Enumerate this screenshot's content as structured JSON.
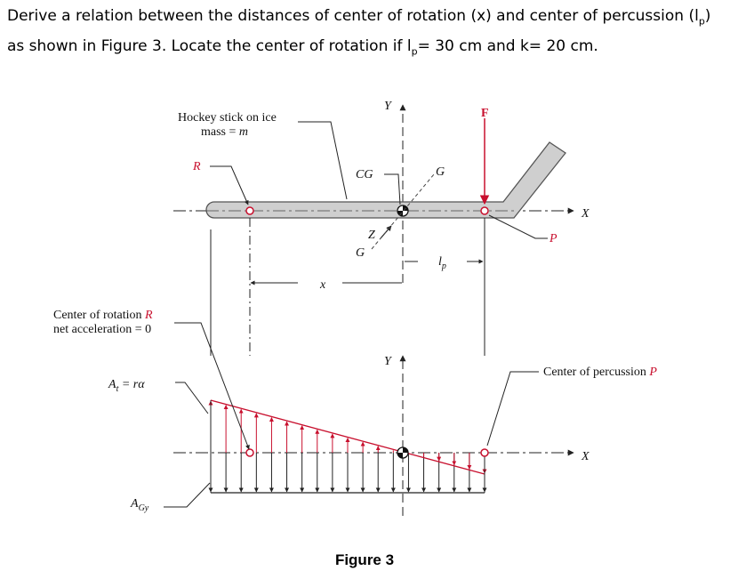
{
  "question": {
    "line1_pre": "Derive a relation between the distances of center of rotation (x) and center of percussion (l",
    "line1_sub": "p",
    "line1_post": ")",
    "line2_pre": "as shown in Figure 3. Locate the center of rotation if l",
    "line2_sub": "p",
    "line2_post": "= 30 cm and k= 20 cm."
  },
  "figure": {
    "caption": "Figure 3",
    "labels": {
      "hockey_stick_line1": "Hockey stick on ice",
      "hockey_stick_line2_pre": "mass = ",
      "hockey_stick_line2_var": "m",
      "R": "R",
      "CG": "CG",
      "G_top": "G",
      "G_low": "G",
      "Z": "Z",
      "F": "F",
      "P": "P",
      "X_top": "X",
      "Y_top": "Y",
      "x": "x",
      "lp": "l",
      "lp_sub": "p",
      "center_rotation_line1_pre": "Center of rotation ",
      "center_rotation_line1_var": "R",
      "center_rotation_line2": "net acceleration = 0",
      "At_lhs": "A",
      "At_sub": "t",
      "At_rhs": " = rα",
      "AGy": "A",
      "AGy_sub": "Gy",
      "Y_bottom": "Y",
      "X_bottom": "X",
      "center_percussion_pre": "Center of percussion ",
      "center_percussion_var": "P"
    },
    "colors": {
      "stick_fill": "#cfcfcf",
      "stick_stroke": "#555555",
      "accent_red": "#c8102e",
      "line_dark": "#222222"
    },
    "distribution": {
      "uniform_arrow_count": 19,
      "linear_arrow_count": 19
    }
  }
}
